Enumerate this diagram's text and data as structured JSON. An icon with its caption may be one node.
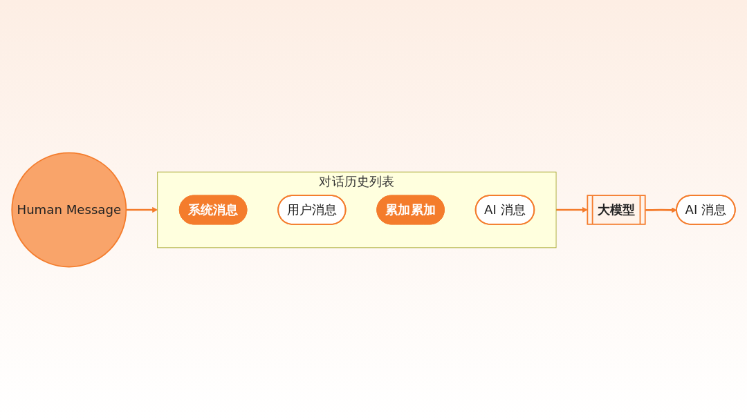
{
  "diagram": {
    "nodes": [
      {
        "text": [
          "Human Message"
        ]
      },
      {
        "text": [
          "对话历史列表"
        ]
      },
      {
        "text": [
          "系统消息"
        ],
        "in": 1
      },
      {
        "text": [
          "用户消息"
        ],
        "in": 1
      },
      {
        "text": [
          "累加累加"
        ],
        "in": 1
      },
      {
        "text": [
          "AI 消息"
        ],
        "in": 1
      },
      {
        "text": [
          "大模型"
        ]
      },
      {
        "text": [
          "AI 消息"
        ]
      }
    ],
    "edges": [
      {
        "from": 0,
        "to": 1,
        "arrow": "to"
      },
      {
        "from": 1,
        "to": 6,
        "arrow": "to"
      },
      {
        "from": 6,
        "to": 7,
        "arrow": "to"
      }
    ]
  }
}
